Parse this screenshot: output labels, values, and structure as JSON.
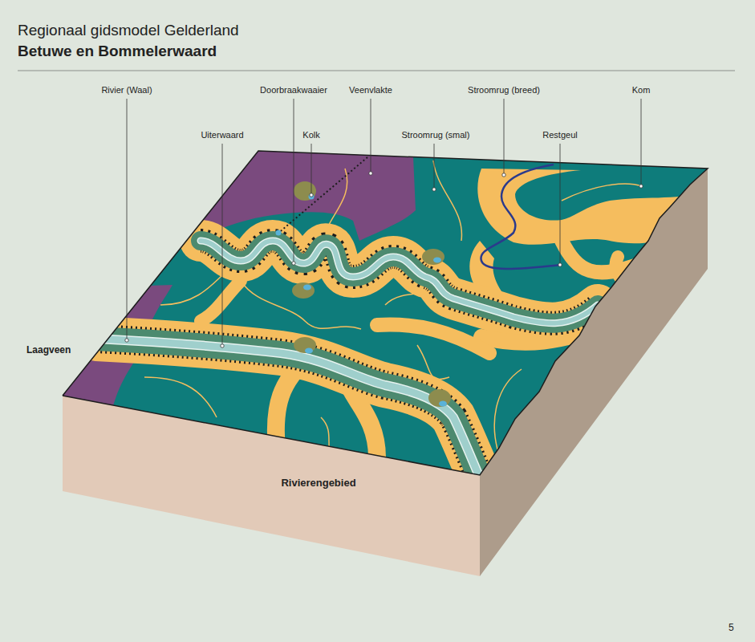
{
  "diagram": {
    "title": "Betuwe en Bommelerwaard",
    "labels": [
      "Regionaal gidsmodel Gelderland",
      "Rivier (Waal)",
      "Uiterwaard",
      "Doorbraakwaaier",
      "Kolk",
      "Veenvlakte",
      "Stroomrug (smal)",
      "Stroomrug (breed)",
      "Restgeul",
      "Kom",
      "Laagveen",
      "Rivierengebied",
      "5"
    ]
  }
}
